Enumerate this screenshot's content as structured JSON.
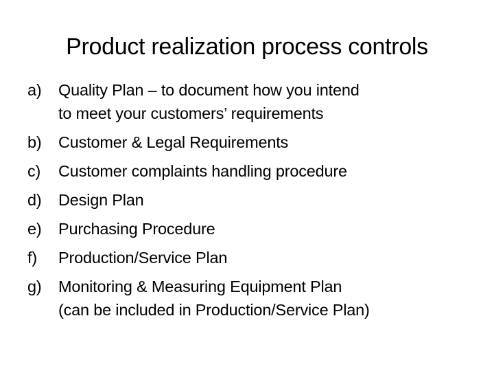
{
  "slide": {
    "title": "Product realization process controls",
    "items": [
      {
        "marker": "a)",
        "lines": [
          "Quality Plan – to document how you intend",
          "to meet your customers’ requirements"
        ]
      },
      {
        "marker": "b)",
        "lines": [
          "Customer & Legal Requirements"
        ]
      },
      {
        "marker": "c)",
        "lines": [
          "Customer complaints handling procedure"
        ]
      },
      {
        "marker": "d)",
        "lines": [
          "Design Plan"
        ]
      },
      {
        "marker": "e)",
        "lines": [
          "Purchasing Procedure"
        ]
      },
      {
        "marker": "f)",
        "lines": [
          "Production/Service Plan"
        ]
      },
      {
        "marker": "g)",
        "lines": [
          "Monitoring & Measuring Equipment Plan",
          "(can be included in Production/Service Plan)"
        ]
      }
    ]
  }
}
